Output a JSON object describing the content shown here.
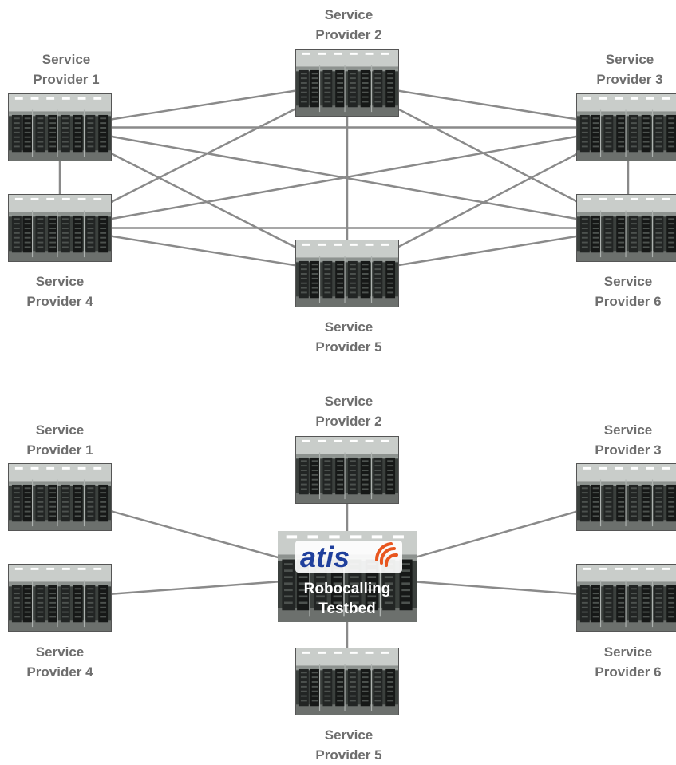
{
  "colors": {
    "link": "#8a8a8a",
    "label": "#6e6e6e",
    "hub_text": "#ffffff",
    "atis_blue": "#1f3f9c",
    "atis_orange": "#e8561f"
  },
  "icons": {
    "node": "server-room-photo",
    "hub_logo": "atis-logo"
  },
  "top_diagram": {
    "providers": [
      {
        "id": "sp1",
        "line1": "Service",
        "line2": "Provider 1"
      },
      {
        "id": "sp2",
        "line1": "Service",
        "line2": "Provider 2"
      },
      {
        "id": "sp3",
        "line1": "Service",
        "line2": "Provider 3"
      },
      {
        "id": "sp4",
        "line1": "Service",
        "line2": "Provider 4"
      },
      {
        "id": "sp5",
        "line1": "Service",
        "line2": "Provider 5"
      },
      {
        "id": "sp6",
        "line1": "Service",
        "line2": "Provider 6"
      }
    ],
    "links": [
      [
        "sp1",
        "sp2"
      ],
      [
        "sp1",
        "sp3"
      ],
      [
        "sp1",
        "sp4"
      ],
      [
        "sp1",
        "sp5"
      ],
      [
        "sp1",
        "sp6"
      ],
      [
        "sp2",
        "sp3"
      ],
      [
        "sp2",
        "sp4"
      ],
      [
        "sp2",
        "sp5"
      ],
      [
        "sp2",
        "sp6"
      ],
      [
        "sp3",
        "sp4"
      ],
      [
        "sp3",
        "sp5"
      ],
      [
        "sp3",
        "sp6"
      ],
      [
        "sp4",
        "sp5"
      ],
      [
        "sp4",
        "sp6"
      ],
      [
        "sp5",
        "sp6"
      ]
    ]
  },
  "bottom_diagram": {
    "providers": [
      {
        "id": "sp1",
        "line1": "Service",
        "line2": "Provider 1"
      },
      {
        "id": "sp2",
        "line1": "Service",
        "line2": "Provider 2"
      },
      {
        "id": "sp3",
        "line1": "Service",
        "line2": "Provider 3"
      },
      {
        "id": "sp4",
        "line1": "Service",
        "line2": "Provider 4"
      },
      {
        "id": "sp5",
        "line1": "Service",
        "line2": "Provider 5"
      },
      {
        "id": "sp6",
        "line1": "Service",
        "line2": "Provider 6"
      }
    ],
    "hub": {
      "logo_text": "atis",
      "line1": "Robocalling",
      "line2": "Testbed"
    },
    "links": [
      [
        "sp1",
        "hub"
      ],
      [
        "sp2",
        "hub"
      ],
      [
        "sp3",
        "hub"
      ],
      [
        "sp4",
        "hub"
      ],
      [
        "sp5",
        "hub"
      ],
      [
        "sp6",
        "hub"
      ]
    ]
  }
}
